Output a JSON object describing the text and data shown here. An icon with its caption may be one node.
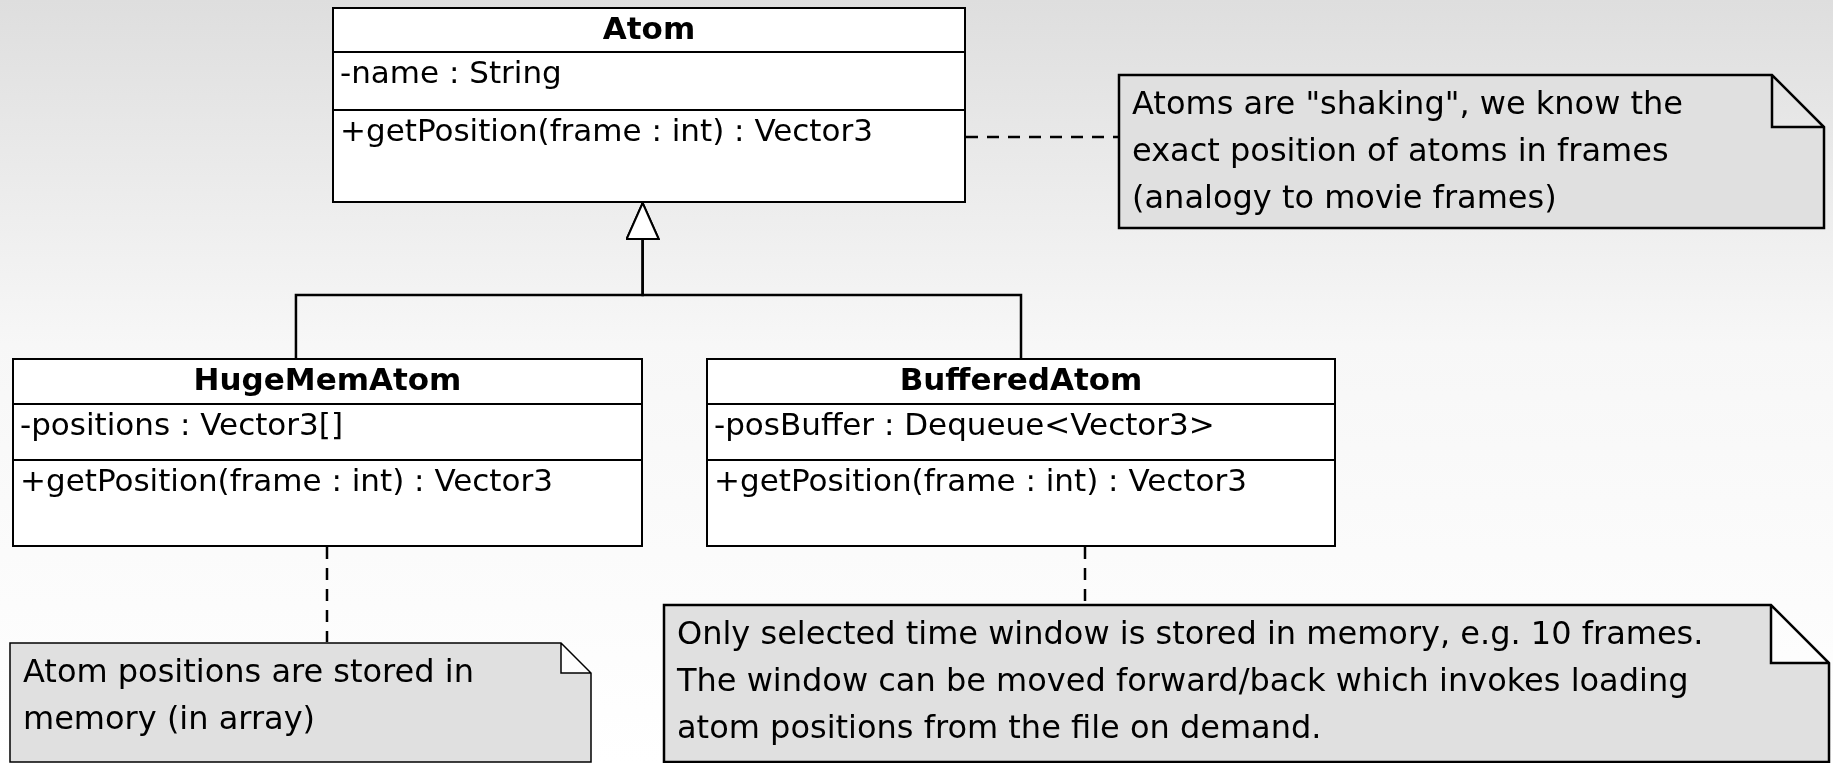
{
  "diagram": {
    "nodes": [
      {
        "text": [
          "Atom",
          "-name : String",
          "+getPosition(frame : int) : Vector3"
        ]
      },
      {
        "text": [
          "Atoms are \"shaking\", we know the exact position of atoms in frames (analogy to movie frames)"
        ]
      },
      {
        "text": [
          "HugeMemAtom",
          "-positions : Vector3[]",
          "+getPosition(frame : int) : Vector3"
        ]
      },
      {
        "text": [
          "BufferedAtom",
          "-posBuffer : Dequeue<Vector3>",
          "+getPosition(frame : int) : Vector3"
        ]
      },
      {
        "text": [
          "Atom positions are stored in memory (in array)"
        ]
      },
      {
        "text": [
          "Only selected time window is stored in memory, e.g. 10 frames. The window can be moved forward/back which invokes loading atom positions from the file on demand."
        ]
      }
    ],
    "edges": [
      {
        "from": 2,
        "to": 0,
        "arrow": "to"
      },
      {
        "from": 3,
        "to": 0,
        "arrow": "to"
      },
      {
        "from": 0,
        "to": 1,
        "arrow": "none",
        "style": "dashed"
      },
      {
        "from": 2,
        "to": 4,
        "arrow": "none",
        "style": "dashed"
      },
      {
        "from": 3,
        "to": 5,
        "arrow": "none",
        "style": "dashed"
      }
    ]
  }
}
